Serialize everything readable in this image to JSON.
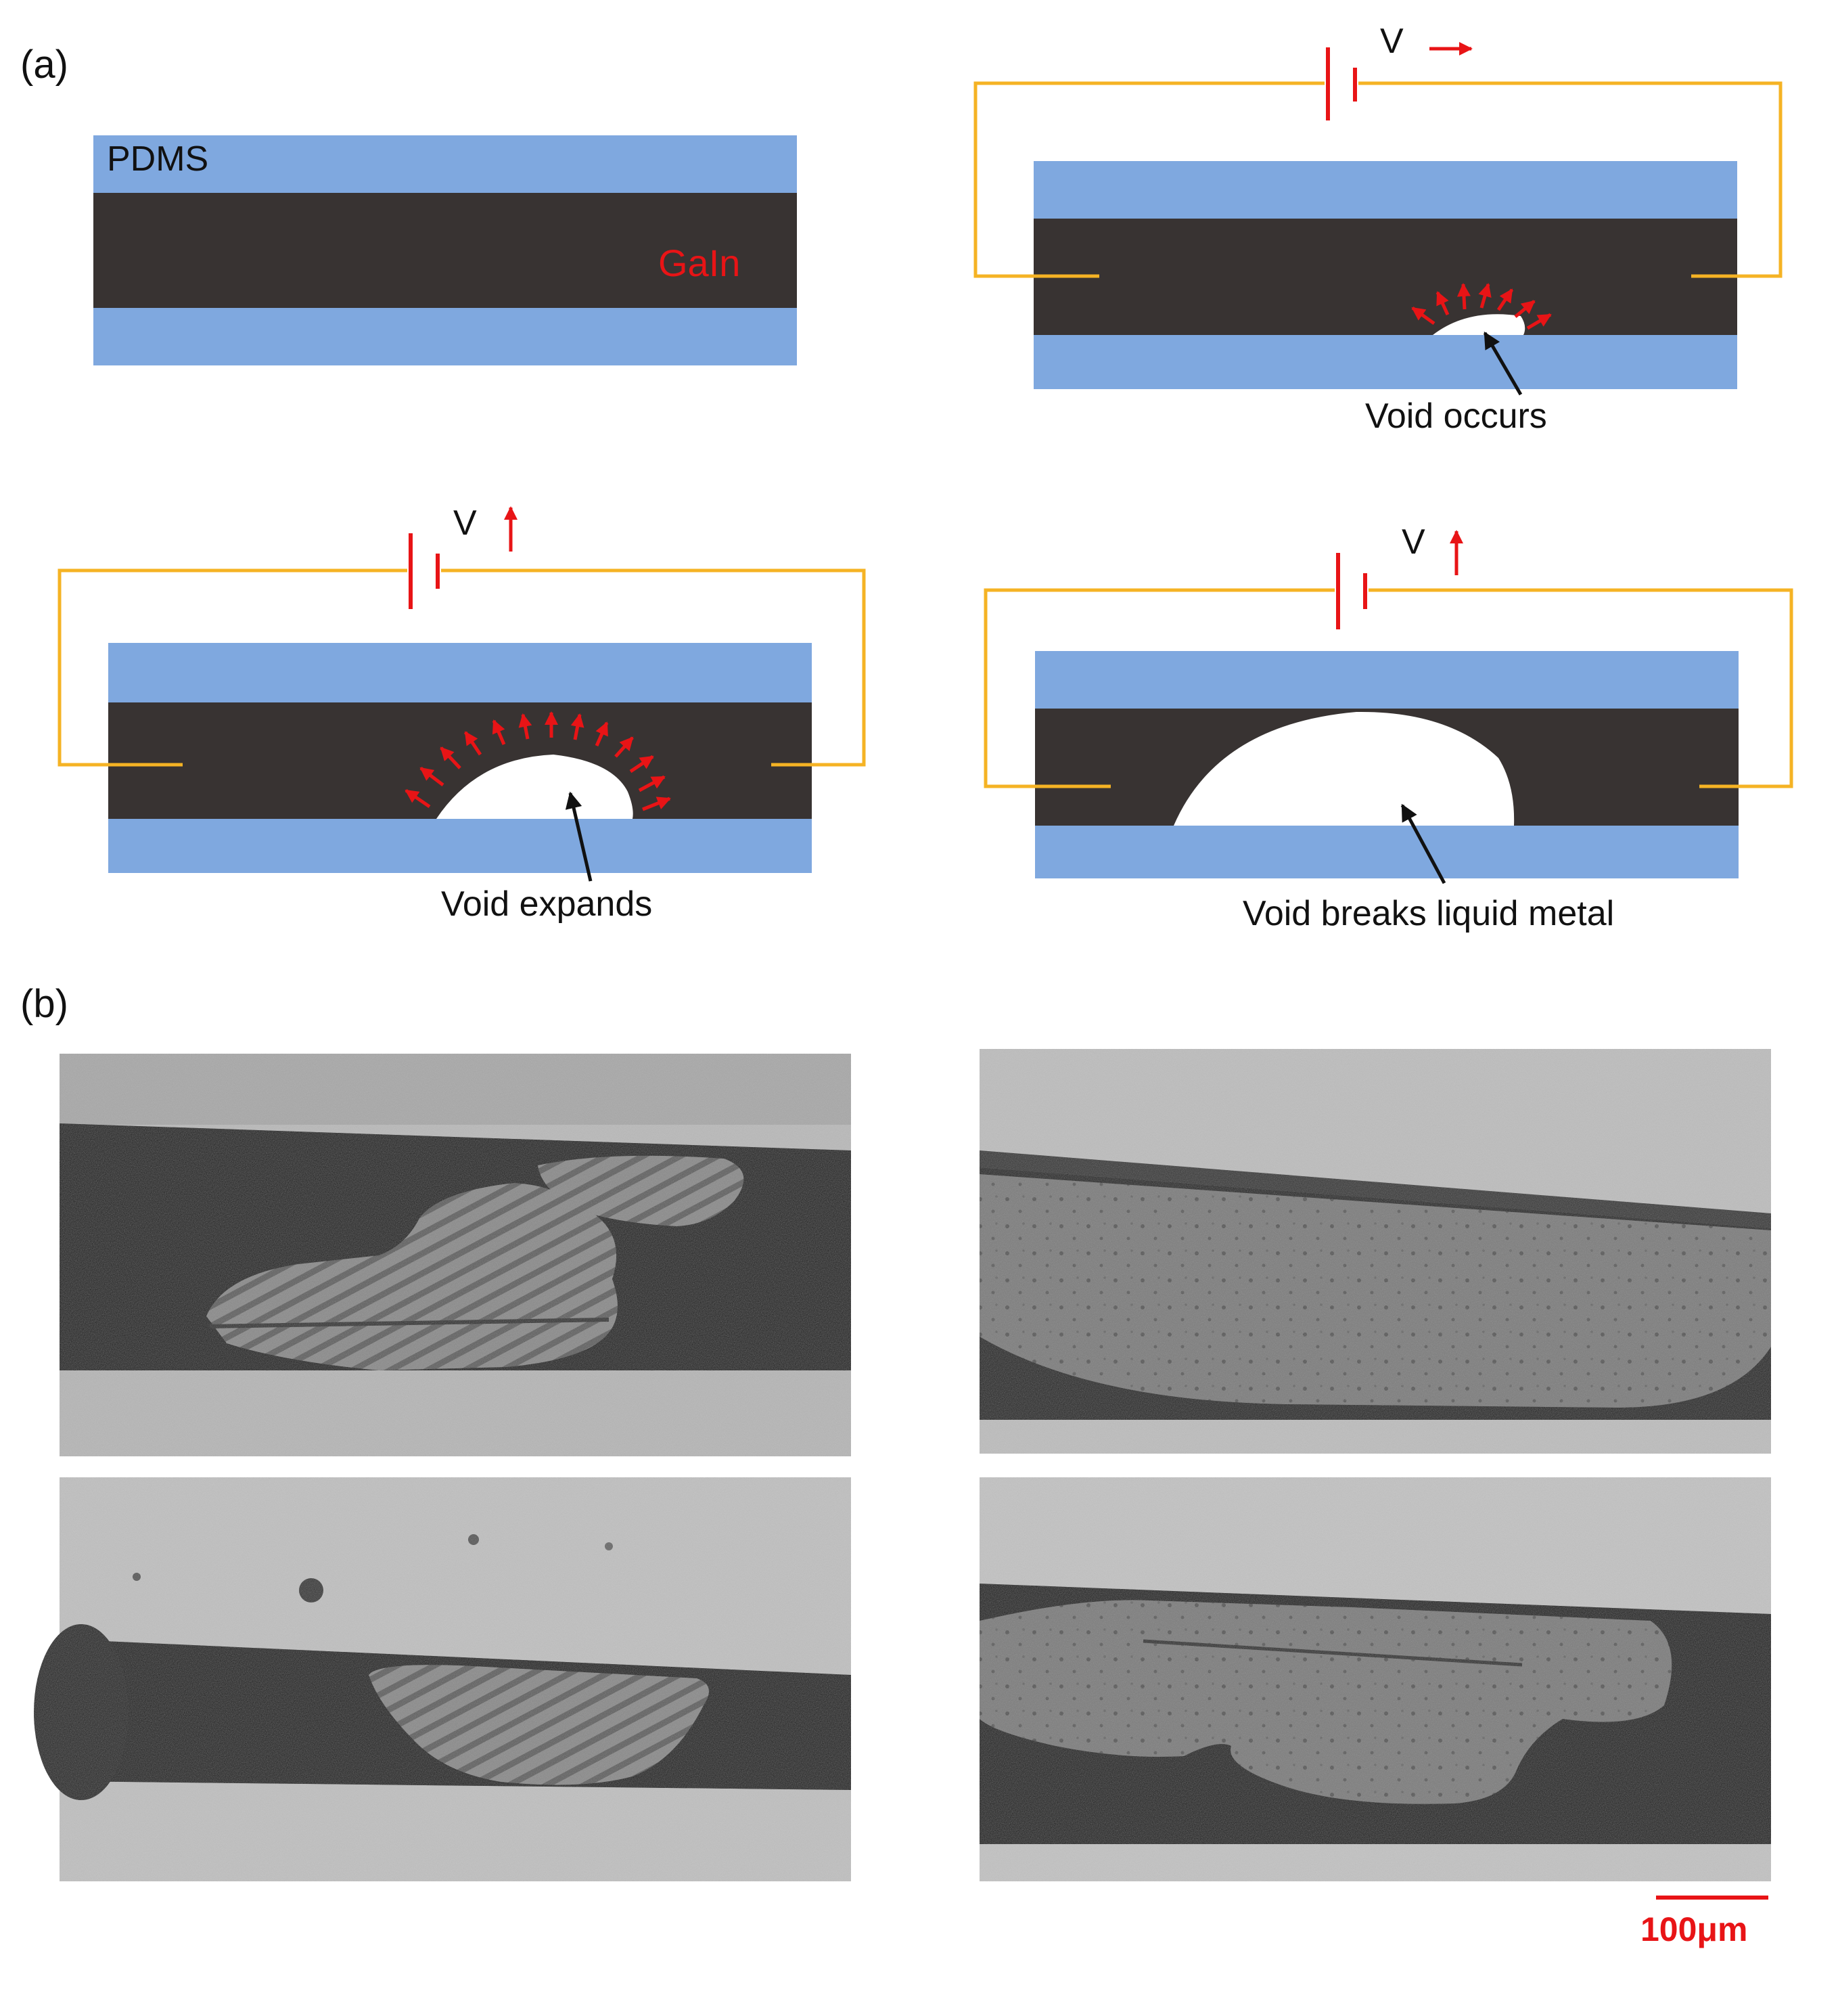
{
  "panel_a": {
    "label": "(a)",
    "stage1": {
      "top_label": "PDMS",
      "metal_label": "GaIn"
    },
    "stage2": {
      "voltage": "V",
      "caption": "Void occurs"
    },
    "stage3": {
      "voltage": "V",
      "caption": "Void expands"
    },
    "stage4": {
      "voltage": "V",
      "caption": "Void breaks liquid metal"
    }
  },
  "panel_b": {
    "label": "(b)",
    "scale_bar": "100μm"
  },
  "colors": {
    "pdms": "#7fa8df",
    "metal": "#383332",
    "wire": "#f5b324",
    "accent": "#e81416"
  }
}
